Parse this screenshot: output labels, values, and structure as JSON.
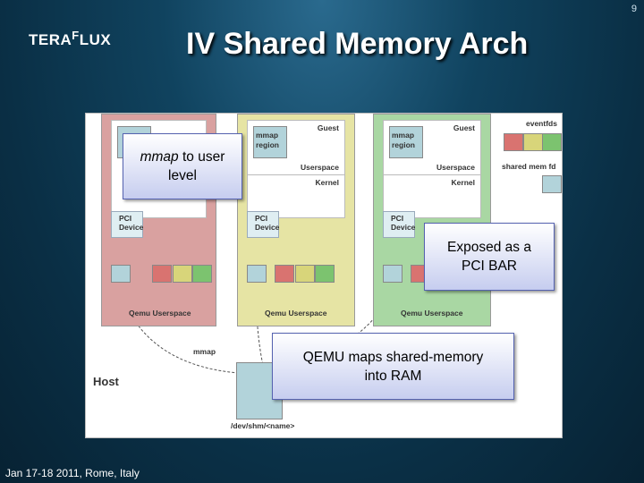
{
  "slide": {
    "number": "9",
    "title": "IV Shared Memory Arch",
    "footer": "Jan 17-18 2011, Rome, Italy"
  },
  "logo": {
    "part1": "TERA",
    "part2": "F",
    "part3": "LUX"
  },
  "diagram": {
    "eventfds": "eventfds",
    "shared_mem_fd": "shared mem fd",
    "guest": "Guest",
    "userspace": "Userspace",
    "kernel": "Kernel",
    "mmap_region_1": "mmap",
    "mmap_region_2": "region",
    "pci_1": "PCI",
    "pci_2": "Device",
    "qemu_userspace": "Qemu Userspace",
    "mmap": "mmap",
    "host": "Host",
    "devshm": "/dev/shm/<name>"
  },
  "callouts": {
    "mmap_em": "mmap",
    "mmap_rest_1": " to user",
    "mmap_rest_2": "level",
    "pci_bar_1": "Exposed as a",
    "pci_bar_2": "PCI BAR",
    "qemu_1": "QEMU maps shared-memory",
    "qemu_2": "into RAM"
  }
}
